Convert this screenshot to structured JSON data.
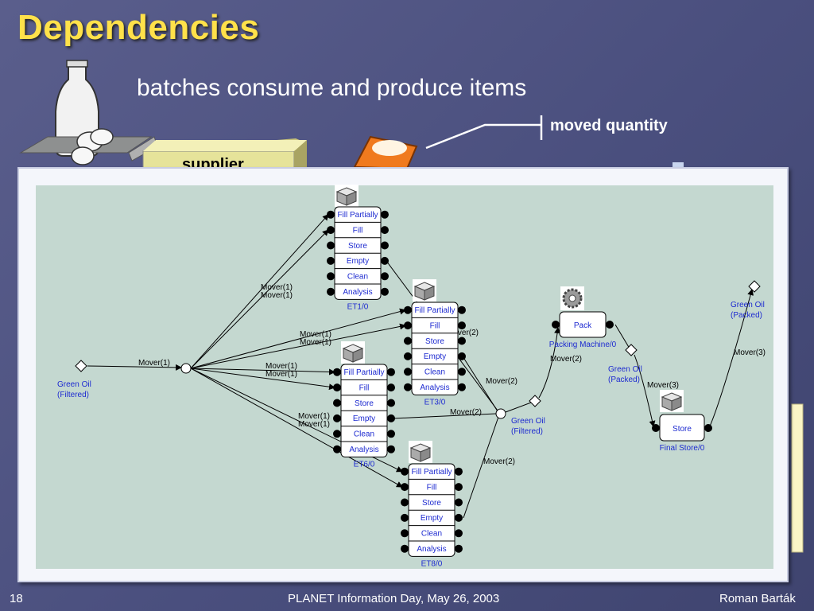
{
  "slide": {
    "title": "Dependencies",
    "subtitle": "batches consume and produce items",
    "callout": "moved quantity",
    "supplier": "supplier",
    "footer": {
      "page": "18",
      "center": "PLANET Information Day, May 26, 2003",
      "author": "Roman Barták"
    }
  },
  "diagram": {
    "left_item": [
      "Green Oil",
      "(Filtered)"
    ],
    "mid_item": [
      "Green Oil",
      "(Filtered)"
    ],
    "pack_out_item": [
      "Green Oil",
      "(Packed)"
    ],
    "final_item": [
      "Green Oil",
      "(Packed)"
    ],
    "tanks": [
      {
        "name": "ET1/0",
        "ops": [
          "Fill Partially",
          "Fill",
          "Store",
          "Empty",
          "Clean",
          "Analysis"
        ]
      },
      {
        "name": "ET3/0",
        "ops": [
          "Fill Partially",
          "Fill",
          "Store",
          "Empty",
          "Clean",
          "Analysis"
        ]
      },
      {
        "name": "ET6/0",
        "ops": [
          "Fill Partially",
          "Fill",
          "Store",
          "Empty",
          "Clean",
          "Analysis"
        ]
      },
      {
        "name": "ET8/0",
        "ops": [
          "Fill Partially",
          "Fill",
          "Store",
          "Empty",
          "Clean",
          "Analysis"
        ]
      }
    ],
    "packing": {
      "op": "Pack",
      "name": "Packing Machine/0"
    },
    "final_store": {
      "op": "Store",
      "name": "Final Store/0"
    },
    "edge_labels": {
      "mover1": "Mover(1)",
      "mover2": "Mover(2)",
      "mover3": "Mover(3)"
    },
    "colors": {
      "canvas": "#c4d8d0",
      "label": "#1d2ad0",
      "node_fill": "#ffffff",
      "title": "#ffe14a"
    }
  }
}
